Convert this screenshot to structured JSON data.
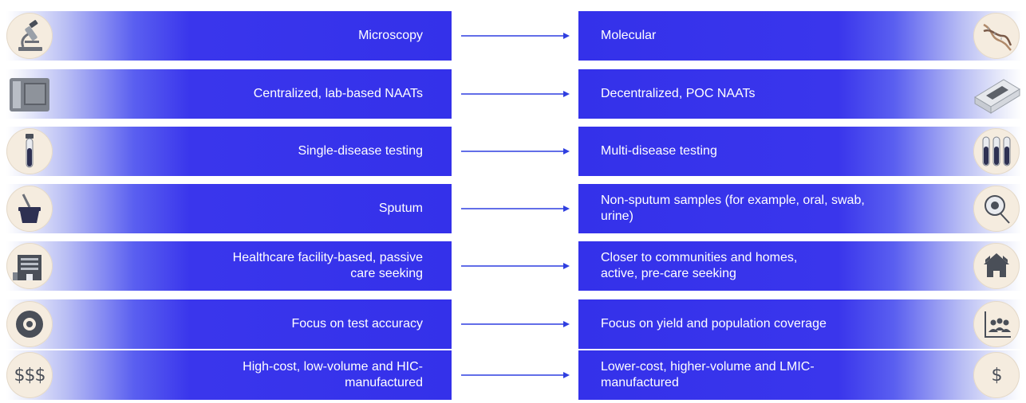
{
  "rows": [
    {
      "from": "Microscopy",
      "to": "Molecular",
      "from_icon": "microscope-icon",
      "to_icon": "dna-helix-icon"
    },
    {
      "from": "Centralized, lab-based NAATs",
      "to": "Decentralized, POC NAATs",
      "from_icon": "lab-analyzer-icon",
      "to_icon": "portable-device-icon"
    },
    {
      "from": "Single-disease testing",
      "to": "Multi-disease testing",
      "from_icon": "single-test-tube-icon",
      "to_icon": "multiple-test-tubes-icon"
    },
    {
      "from": "Sputum",
      "to": "Non-sputum samples (for example, oral, swab, urine)",
      "from_icon": "sputum-cup-icon",
      "to_icon": "oral-swab-icon"
    },
    {
      "from": "Healthcare facility-based, passive care seeking",
      "to": "Closer to communities and homes, active, pre-care seeking",
      "from_icon": "hospital-building-icon",
      "to_icon": "homes-icon"
    },
    {
      "from": "Focus on test accuracy",
      "to": "Focus on yield and population coverage",
      "from_icon": "target-icon",
      "to_icon": "population-chart-icon"
    },
    {
      "from": "High-cost, low-volume and HIC-manufactured",
      "to": "Lower-cost, higher-volume and LMIC-manufactured",
      "from_icon": "triple-dollar-icon",
      "to_icon": "single-dollar-icon"
    }
  ],
  "icon_text": {
    "high_cost": "$$$",
    "low_cost": "$"
  },
  "colors": {
    "bar_blue": "#3431ea",
    "arrow_blue": "#2f3fe0",
    "icon_bg": "#f5ecdf",
    "icon_ink": "#4a4f58"
  }
}
